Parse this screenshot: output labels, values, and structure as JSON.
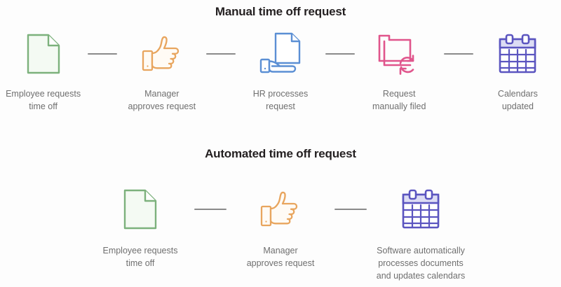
{
  "sections": [
    {
      "id": "manual",
      "title": "Manual time off request",
      "steps": [
        {
          "icon": "document-icon",
          "label": "Employee requests\ntime off",
          "color": "#7CB17C"
        },
        {
          "icon": "thumbs-up-icon",
          "label": "Manager\napproves request",
          "color": "#E8A55E"
        },
        {
          "icon": "document-printer-icon",
          "label": "HR processes\nrequest",
          "color": "#5B8FD4"
        },
        {
          "icon": "folder-refresh-icon",
          "label": "Request\nmanually filed",
          "color": "#E0558C"
        },
        {
          "icon": "calendar-icon",
          "label": "Calendars\nupdated",
          "color": "#5B55C0"
        }
      ]
    },
    {
      "id": "automated",
      "title": "Automated time off request",
      "steps": [
        {
          "icon": "document-icon",
          "label": "Employee requests\ntime off",
          "color": "#7CB17C"
        },
        {
          "icon": "thumbs-up-icon",
          "label": "Manager\napproves request",
          "color": "#E8A55E"
        },
        {
          "icon": "calendar-icon",
          "label": "Software automatically\nprocesses documents\nand updates calendars",
          "color": "#5B55C0"
        }
      ]
    }
  ],
  "connector": {
    "name": "connector-line",
    "color": "#8A8A8A"
  },
  "palette": {
    "green": "#7CB17C",
    "orange": "#E8A55E",
    "blue": "#5B8FD4",
    "pink": "#E0558C",
    "purple": "#5B55C0",
    "title_text": "#231F20",
    "label_text": "#6F6F6F",
    "background": "#FDFDFD"
  }
}
